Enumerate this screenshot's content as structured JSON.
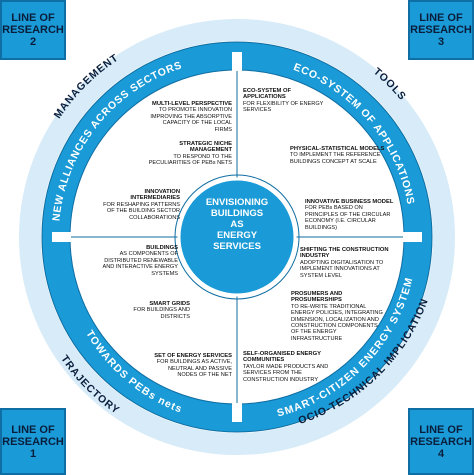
{
  "corners": {
    "top_left": "LINE OF\nRESEARCH 2",
    "top_right": "LINE OF\nRESEARCH 3",
    "bottom_left": "LINE OF\nRESEARCH 1",
    "bottom_right": "LINE OF\nRESEARCH 4"
  },
  "ring": {
    "outer": {
      "management": "MANAGEMENT",
      "tools": "TOOLS",
      "trajectory": "TRAJECTORY",
      "socio_technical": "SOCIO-TECHNICAL IMPLICATIONS"
    },
    "inner": {
      "new_alliances": "NEW ALLIANCES ACROSS SECTORS",
      "eco_system": "ECO-SYSTEM OF APPLICATIONS",
      "towards_pebs": "TOWARDS PEBs nets",
      "smart_citizen": "SMART-CITIZEN ENERGY SYSTEM"
    }
  },
  "center": {
    "line1": "ENVISIONING",
    "line2": "BUILDINGS",
    "line3": "AS",
    "line4": "ENERGY",
    "line5": "SERVICES"
  },
  "left_items": [
    {
      "title": "MULTI-LEVEL PERSPECTIVE",
      "body": "TO PROMOTE INNOVATION IMPROVING THE ABSORPTIVE CAPACITY OF THE LOCAL FIRMS"
    },
    {
      "title": "STRATEGIC NICHE MANAGEMENT",
      "body": "TO RESPOND TO THE PECULIARITIES OF PEBs NETS"
    },
    {
      "title": "INNOVATION INTERMEDIARIES",
      "body": "FOR RESHAPING PATTERNS OF THE BUILDING SECTOR COLLABORATIONS"
    },
    {
      "title": "BUILDINGS",
      "body": "AS COMPONENTS OF DISTRIBUTED RENEWABLE AND INTERACTIVE ENERGY SYSTEMS"
    },
    {
      "title": "SMART GRIDS",
      "body": "FOR BUILDINGS AND DISTRICTS"
    },
    {
      "title": "SET OF ENERGY SERVICES",
      "body": "FOR BUILDINGS AS ACTIVE, NEUTRAL AND PASSIVE NODES OF THE NET"
    }
  ],
  "right_items": [
    {
      "title": "ECO-SYSTEM OF APPLICATIONS",
      "body": "FOR FLEXIBILITY OF ENERGY SERVICES"
    },
    {
      "title": "PHYSICAL-STATISTICAL MODELS",
      "body": "TO IMPLEMENT THE REFERENCE BUILDINGS CONCEPT AT SCALE"
    },
    {
      "title": "INNOVATIVE BUSINESS MODEL",
      "body": "FOR PEBs BASED ON PRINCIPLES OF THE CIRCULAR ECONOMY (I.E. CIRCULAR BUILDINGS)"
    },
    {
      "title": "SHIFTING THE CONSTRUCTION INDUSTRY",
      "body": "ADOPTING DIGITALISATION TO IMPLEMENT INNOVATIONS AT SYSTEM LEVEL"
    },
    {
      "title": "PROSUMERS AND PROSUMERSHIPS",
      "body": "TO RE-WRITE TRADITIONAL ENERGY POLICIES, INTEGRATING DIMENSION, LOCALIZATION AND CONSTRUCTION COMPONENTS OF THE ENERGY INFRASTRUCTURE"
    },
    {
      "title": "SELF-ORGANISED ENERGY COMMUNITIES",
      "body": "TAYLOR MADE PRODUCTS AND SERVICES FROM THE CONSTRUCTION INDUSTRY"
    }
  ],
  "colors": {
    "ring_blue": "#1a9ad6",
    "dark_blue": "#0f6ea3",
    "label_navy": "#0a1e3c"
  }
}
